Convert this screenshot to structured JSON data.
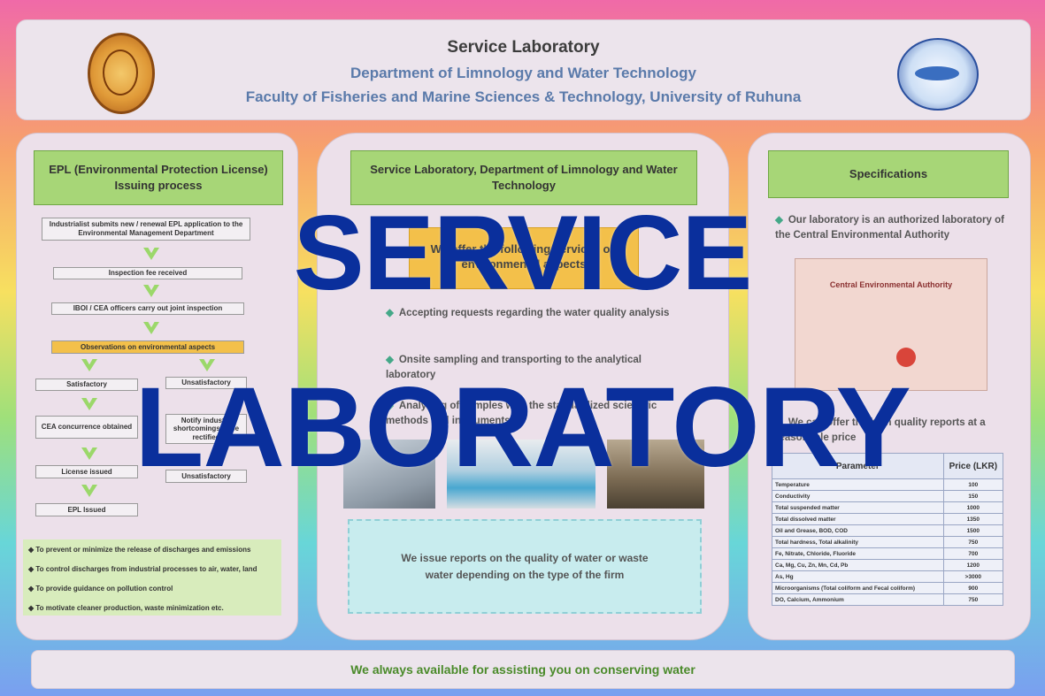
{
  "header": {
    "title": "Service Laboratory",
    "department": "Department of Limnology and Water Technology",
    "faculty": "Faculty of Fisheries and Marine Sciences & Technology, University of Ruhuna"
  },
  "left": {
    "heading": "EPL (Environmental Protection License) Issuing process",
    "flow": {
      "step1": "Industrialist submits new / renewal EPL application to the Environmental Management Department",
      "step2": "Inspection fee received",
      "step3": "IBOI / CEA officers carry out joint inspection",
      "step4": "Observations on environmental aspects",
      "satisfactory": "Satisfactory",
      "unsatisfactory": "Unsatisfactory",
      "concurrence": "CEA concurrence obtained",
      "notify": "Notify industry shortcomings to be rectified",
      "license": "License issued",
      "unsatisfactory2": "Unsatisfactory",
      "epl": "EPL Issued"
    },
    "notes": [
      "To prevent or minimize the release of discharges and emissions",
      "To control discharges from industrial processes to air, water, land",
      "To provide guidance on pollution control",
      "To motivate cleaner production, waste minimization etc."
    ]
  },
  "middle": {
    "heading": "Service Laboratory, Department of Limnology and Water Technology",
    "offer": "We offer the following services on environmental aspects",
    "bullets": [
      "Accepting requests regarding the water quality analysis",
      "Onsite sampling and transporting to the analytical laboratory",
      "Analyzing of samples with the standardized scientific methods and instruments"
    ],
    "reports": "We issue reports on the quality of water or waste water depending on the type of the firm"
  },
  "right": {
    "heading": "Specifications",
    "authorized": "Our laboratory is an authorized laboratory of the Central Environmental Authority",
    "certificate_title": "Central Environmental Authority",
    "offer": "We can offer the high quality reports at a reasonable price",
    "table_headers": [
      "Parameter",
      "Price (LKR)"
    ],
    "table_rows": [
      [
        "Temperature",
        "100"
      ],
      [
        "Conductivity",
        "150"
      ],
      [
        "Total suspended matter",
        "1000"
      ],
      [
        "Total dissolved matter",
        "1350"
      ],
      [
        "Oil and Grease, BOD, COD",
        "1500"
      ],
      [
        "Total hardness, Total alkalinity",
        "750"
      ],
      [
        "Fe, Nitrate, Chloride, Fluoride",
        "700"
      ],
      [
        "Ca, Mg, Cu, Zn, Mn, Cd, Pb",
        "1200"
      ],
      [
        "As, Hg",
        ">3000"
      ],
      [
        "Microorganisms (Total coliform and Fecal coliform)",
        "900"
      ],
      [
        "DO, Calcium, Ammonium",
        "750"
      ]
    ]
  },
  "footer": "We always available for assisting  you on conserving water",
  "overlay": {
    "line1": "SERVICE",
    "line2": "LABORATORY"
  }
}
